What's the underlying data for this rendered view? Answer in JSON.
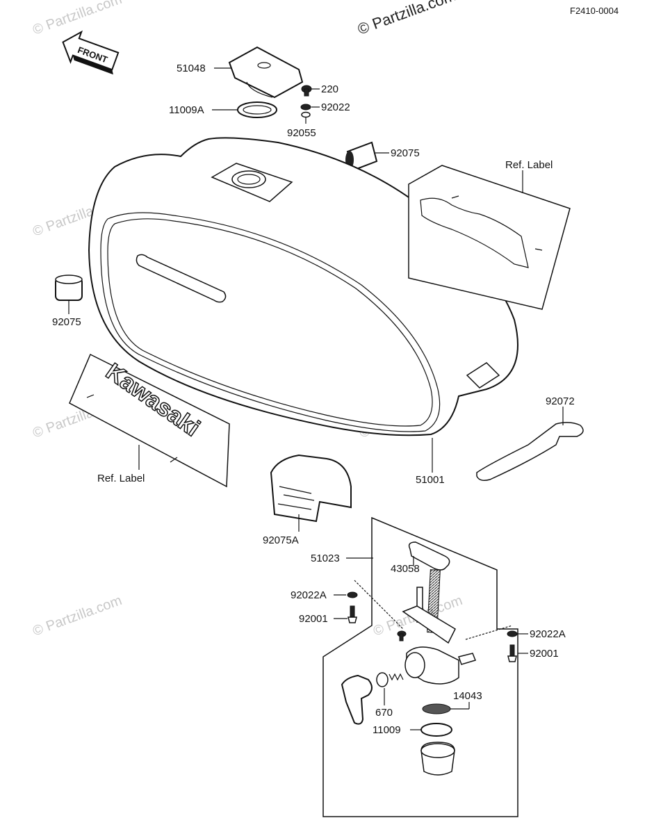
{
  "diagram_code": "F2410-0004",
  "front_arrow": "FRONT",
  "watermark": "© Partzilla.com",
  "brand_label": "Kawasaki",
  "parts": {
    "p51048": "51048",
    "p220": "220",
    "p11009A": "11009A",
    "p92022": "92022",
    "p92055": "92055",
    "p92075_top": "92075",
    "ref_label_right": "Ref.  Label",
    "p92075_left": "92075",
    "ref_label_left": "Ref.  Label",
    "p92072": "92072",
    "p51001": "51001",
    "p92075A": "92075A",
    "p51023": "51023",
    "p43058": "43058",
    "p92022A_left": "92022A",
    "p92001_left": "92001",
    "p92022A_right": "92022A",
    "p92001_right": "92001",
    "p14043": "14043",
    "p670": "670",
    "p11009": "11009"
  }
}
